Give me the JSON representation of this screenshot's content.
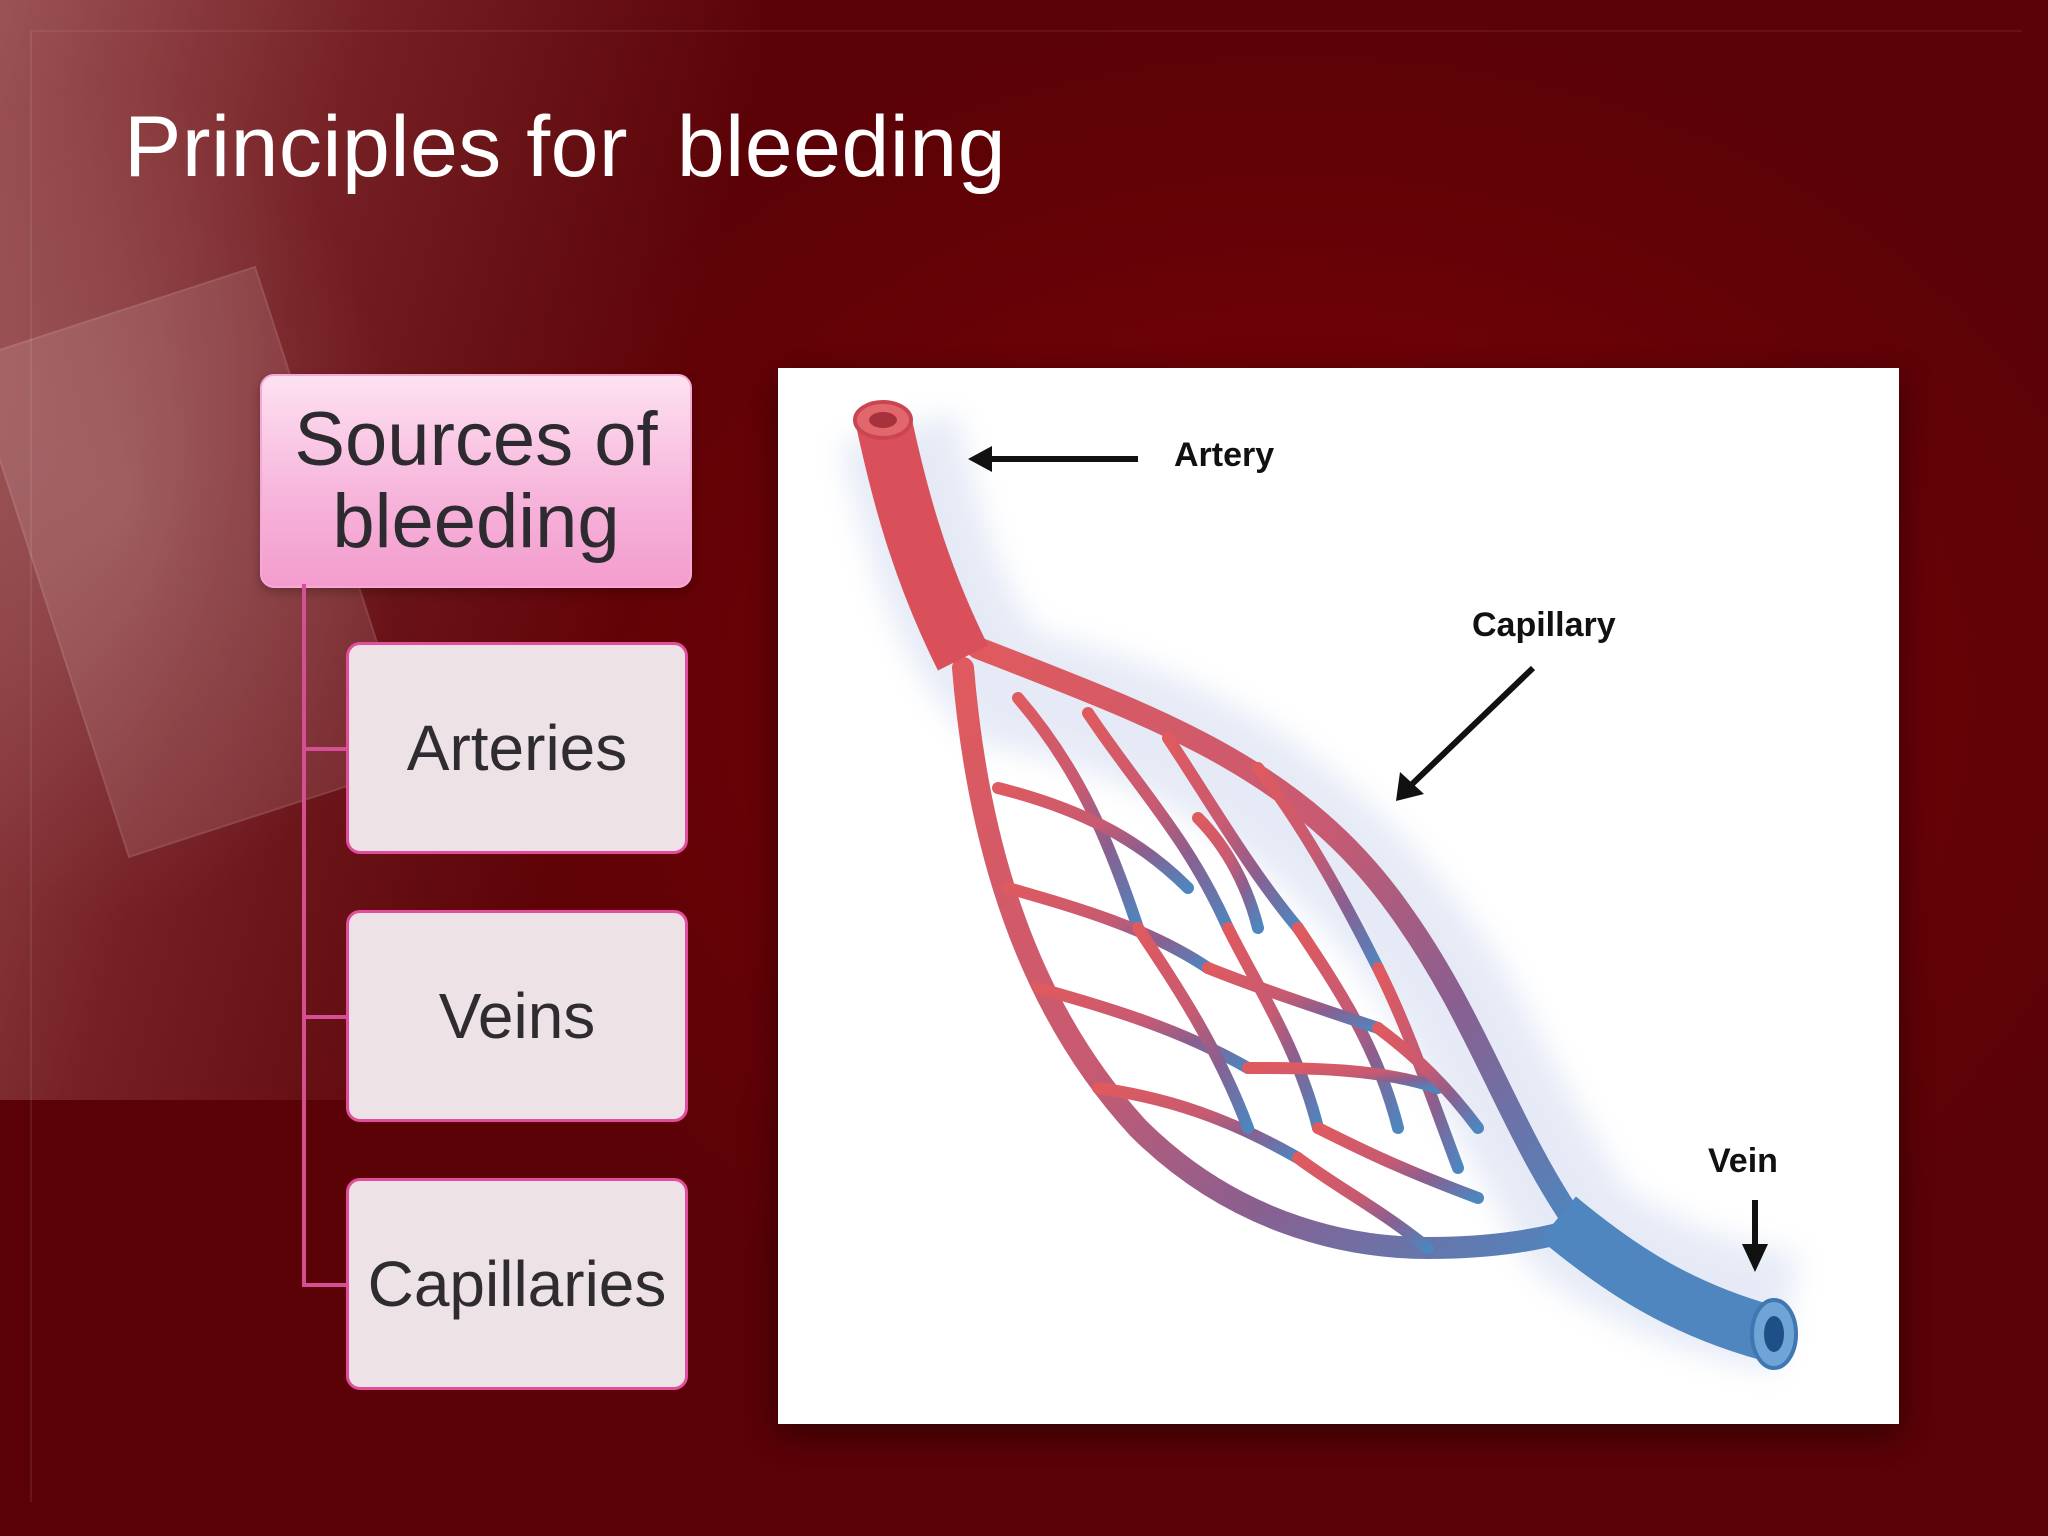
{
  "slide": {
    "title": "Principles for  bleeding"
  },
  "hierarchy": {
    "root": "Sources of bleeding",
    "children": [
      {
        "label": "Arteries"
      },
      {
        "label": "Veins"
      },
      {
        "label": "Capillaries"
      }
    ]
  },
  "diagram": {
    "labels": {
      "artery": "Artery",
      "capillary": "Capillary",
      "vein": "Vein"
    },
    "colors": {
      "artery": "#d9505a",
      "vein": "#4f86bf",
      "accent": "#e24e9c"
    }
  }
}
